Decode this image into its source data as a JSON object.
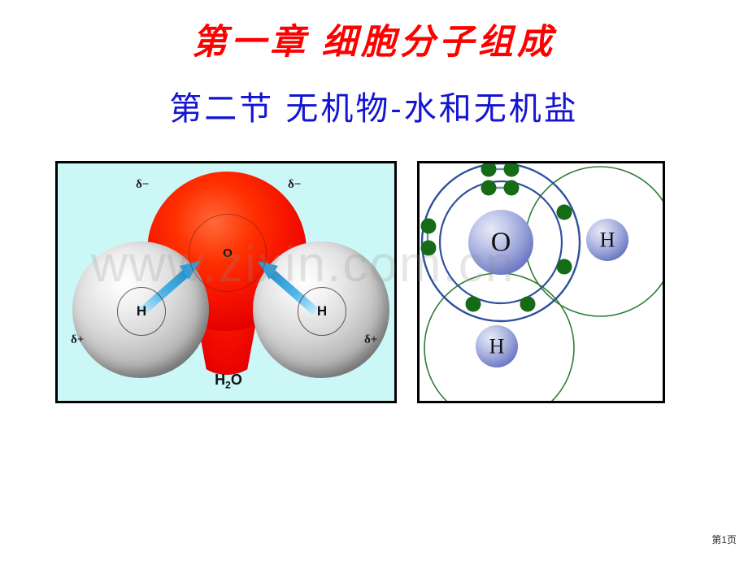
{
  "slide": {
    "title_line1": "第一章  细胞分子组成",
    "title_line2": "第二节   无机物-水和无机盐",
    "title1_color": "#ff0000",
    "title2_color": "#1414d2",
    "page_footer": "第1页",
    "watermark": "www.zixin.com.cn"
  },
  "water_panel": {
    "name": "water-molecule-space-filling-model",
    "background_color": "#ccf7f7",
    "border_color": "#000000",
    "oxygen_label": "O",
    "hydrogen_left_label": "H",
    "hydrogen_right_label": "H",
    "delta_minus_left": "δ−",
    "delta_minus_right": "δ−",
    "delta_plus_left": "δ+",
    "delta_plus_right": "δ+",
    "formula": "H",
    "formula_sub": "2",
    "formula_end": "O",
    "oxygen_color": "#f31000",
    "hydrogen_color": "#d9d9d9",
    "arrow_color": "#3ca8e0"
  },
  "lewis_panel": {
    "name": "water-electron-shell-diagram",
    "background_color": "#ffffff",
    "border_color": "#000000",
    "oxygen_label": "O",
    "hydrogen_top_label": "H",
    "hydrogen_bottom_label": "H",
    "shell_color_oxygen": "#2f4f9e",
    "shell_color_hydrogen": "#2e7d32",
    "electron_color": "#156b16",
    "nucleus_color": "#8f9bd6",
    "oxygen_shells": 2,
    "hydrogen_shells": 1,
    "electron_count_visible": 10
  }
}
